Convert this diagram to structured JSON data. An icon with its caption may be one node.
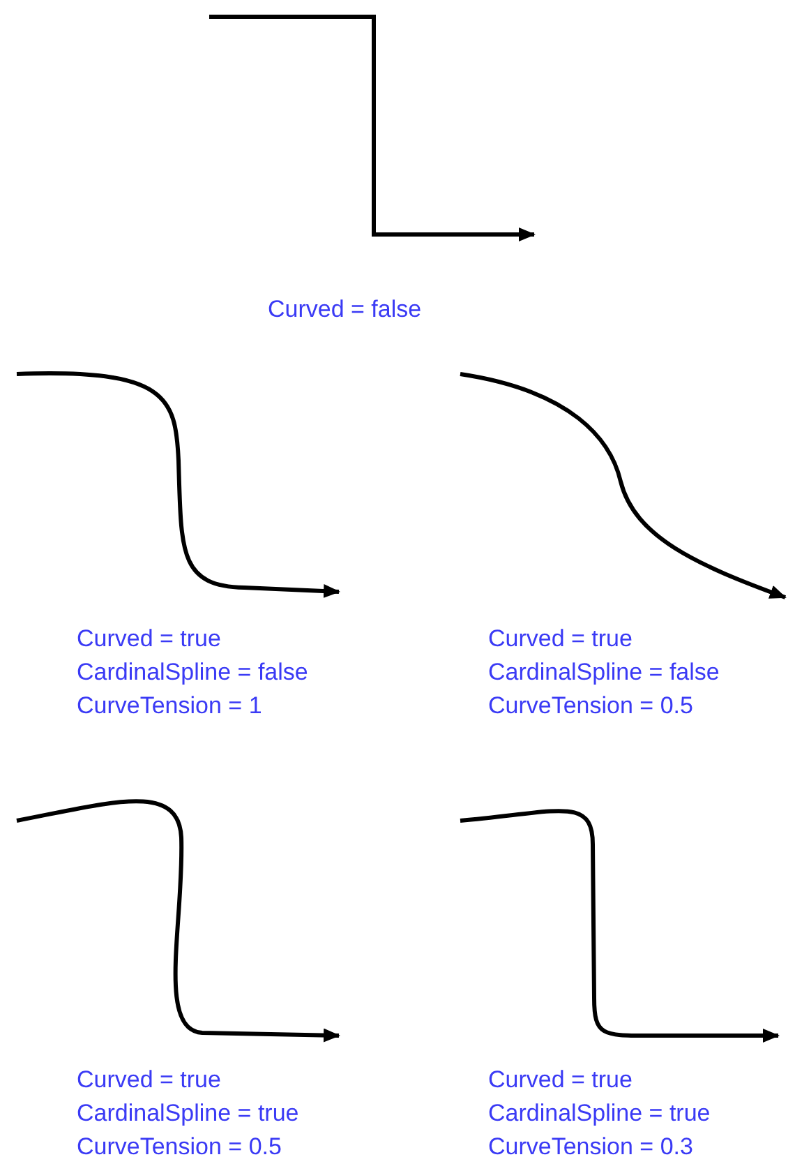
{
  "diagram": {
    "labels": [
      "Curved = false",
      "Curved = true",
      "CardinalSpline = false",
      "CurveTension = 1",
      "Curved = true",
      "CardinalSpline = false",
      "CurveTension = 0.5",
      "Curved = true",
      "CardinalSpline = true",
      "CurveTension = 0.5",
      "Curved = true",
      "CardinalSpline = true",
      "CurveTension = 0.3"
    ]
  }
}
